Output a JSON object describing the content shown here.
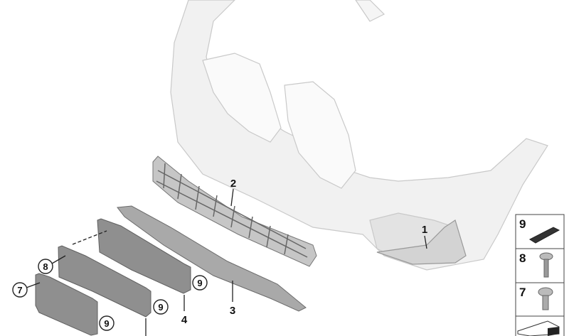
{
  "diagram": {
    "callouts": [
      {
        "id": "1",
        "label": "1"
      },
      {
        "id": "2",
        "label": "2"
      },
      {
        "id": "3",
        "label": "3"
      },
      {
        "id": "4",
        "label": "4"
      },
      {
        "id": "7",
        "label": "7"
      },
      {
        "id": "8",
        "label": "8"
      },
      {
        "id": "9a",
        "label": "9"
      },
      {
        "id": "9b",
        "label": "9"
      },
      {
        "id": "9c",
        "label": "9"
      }
    ],
    "legend": [
      {
        "label": "9",
        "part": "pad-icon"
      },
      {
        "label": "8",
        "part": "self-tapping-screw-icon"
      },
      {
        "label": "7",
        "part": "oval-head-screw-icon"
      },
      {
        "label": "",
        "part": "bracket-icon"
      }
    ]
  }
}
